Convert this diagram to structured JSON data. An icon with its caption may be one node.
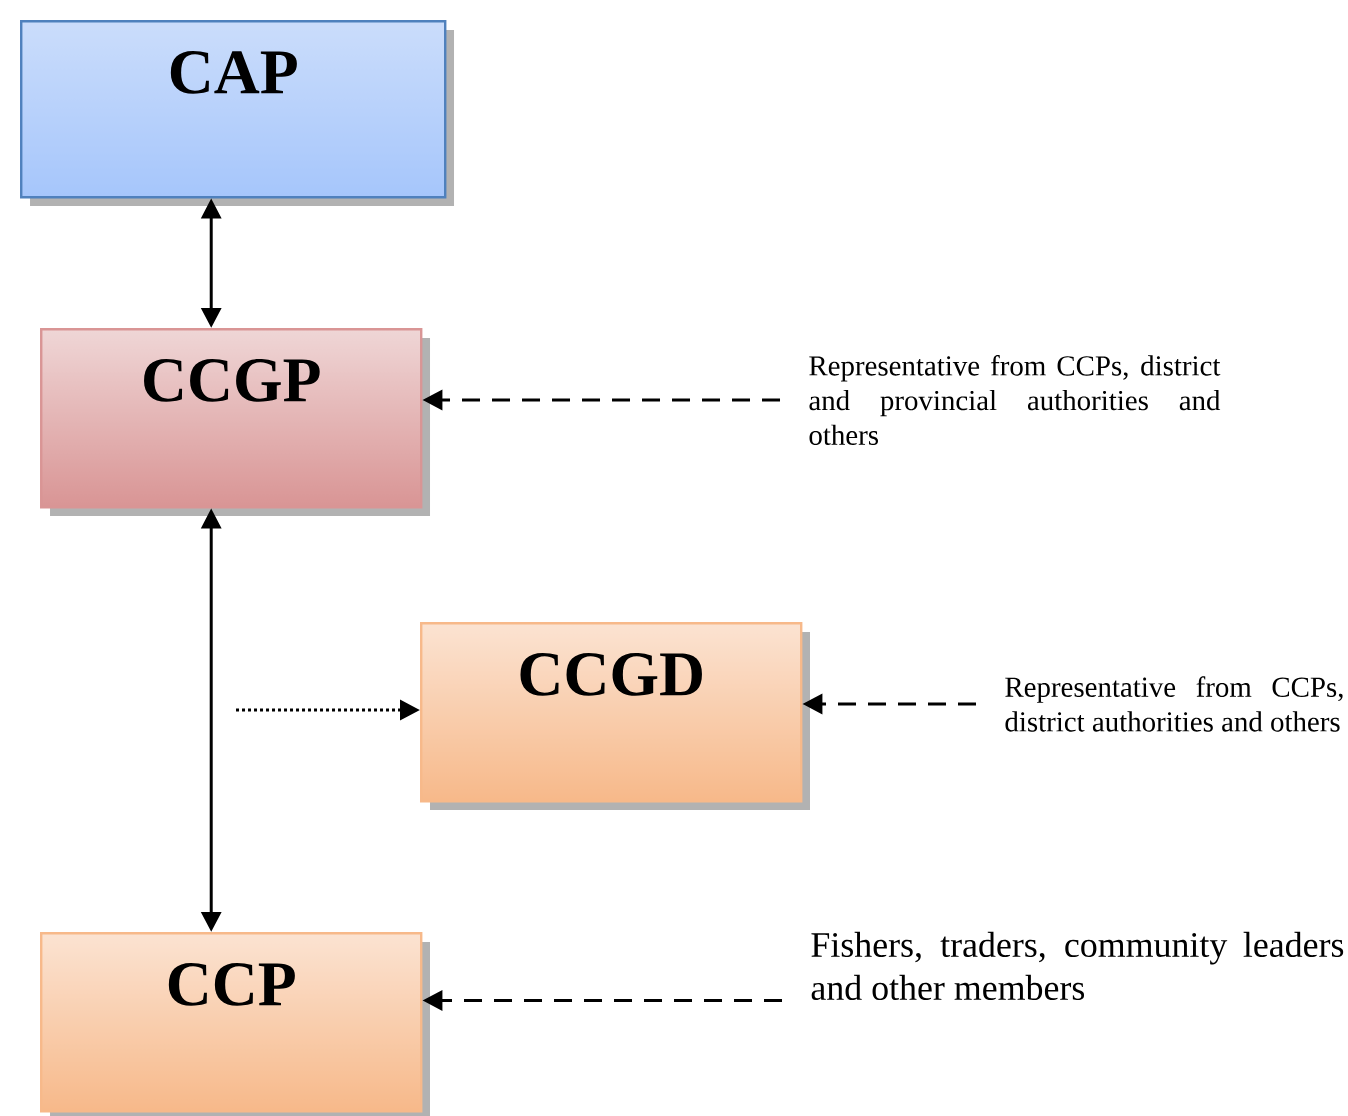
{
  "diagram": {
    "nodes": [
      {
        "text": [
          "CAP"
        ]
      },
      {
        "text": [
          "CCGP"
        ]
      },
      {
        "text": [
          "CCGD"
        ]
      },
      {
        "text": [
          "CCP"
        ]
      },
      {
        "text": [
          "Representative from CCPs, district and provincial authorities and others"
        ]
      },
      {
        "text": [
          "Representative from CCPs, district authorities and others"
        ]
      },
      {
        "text": [
          "Fishers, traders, community leaders and other members"
        ]
      }
    ],
    "edges": [
      {
        "from": 0,
        "to": 1,
        "arrow": "both"
      },
      {
        "from": 1,
        "to": 3,
        "arrow": "both"
      },
      {
        "from": null,
        "to": 2,
        "arrow": "to",
        "style": "dashed"
      },
      {
        "from": 4,
        "to": 1,
        "arrow": "to",
        "style": "dashed"
      },
      {
        "from": 5,
        "to": 2,
        "arrow": "to",
        "style": "dashed"
      },
      {
        "from": 6,
        "to": 3,
        "arrow": "to",
        "style": "dashed"
      }
    ]
  }
}
